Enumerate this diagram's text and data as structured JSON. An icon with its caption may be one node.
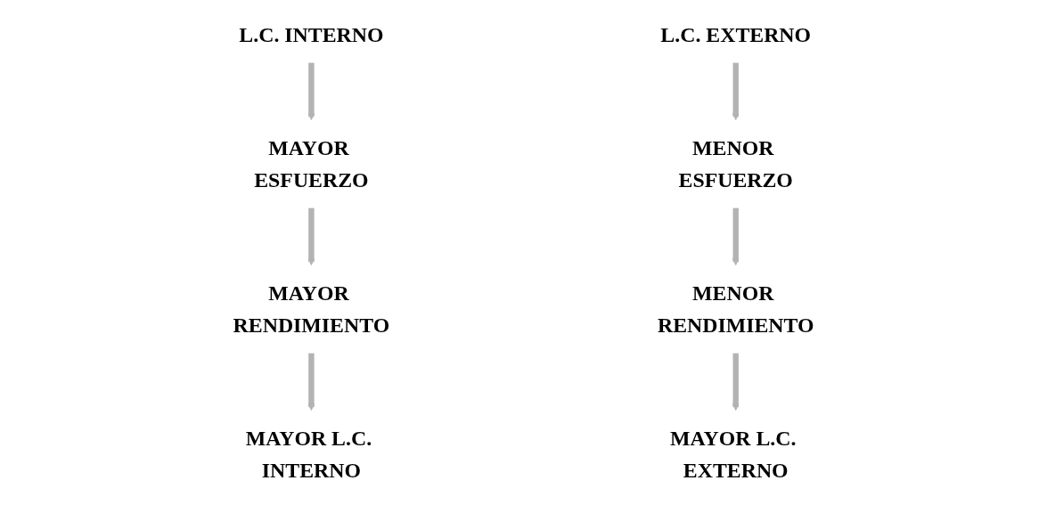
{
  "diagram": {
    "nodes": [
      {
        "text": [
          "L.C. INTERNO"
        ]
      },
      {
        "text": [
          "L.C. EXTERNO"
        ]
      },
      {
        "text": [
          "MAYOR ESFUERZO"
        ]
      },
      {
        "text": [
          "MENOR ESFUERZO"
        ]
      },
      {
        "text": [
          "MAYOR RENDIMIENTO"
        ]
      },
      {
        "text": [
          "MENOR RENDIMIENTO"
        ]
      },
      {
        "text": [
          "MAYOR L.C. INTERNO"
        ]
      },
      {
        "text": [
          "MAYOR L.C. EXTERNO"
        ]
      }
    ],
    "edges": [
      {
        "from": 0,
        "to": 2,
        "arrow": "to"
      },
      {
        "from": 2,
        "to": 4,
        "arrow": "to"
      },
      {
        "from": 4,
        "to": 6,
        "arrow": "to"
      },
      {
        "from": 1,
        "to": 3,
        "arrow": "to"
      },
      {
        "from": 3,
        "to": 5,
        "arrow": "to"
      },
      {
        "from": 5,
        "to": 7,
        "arrow": "to"
      }
    ]
  }
}
